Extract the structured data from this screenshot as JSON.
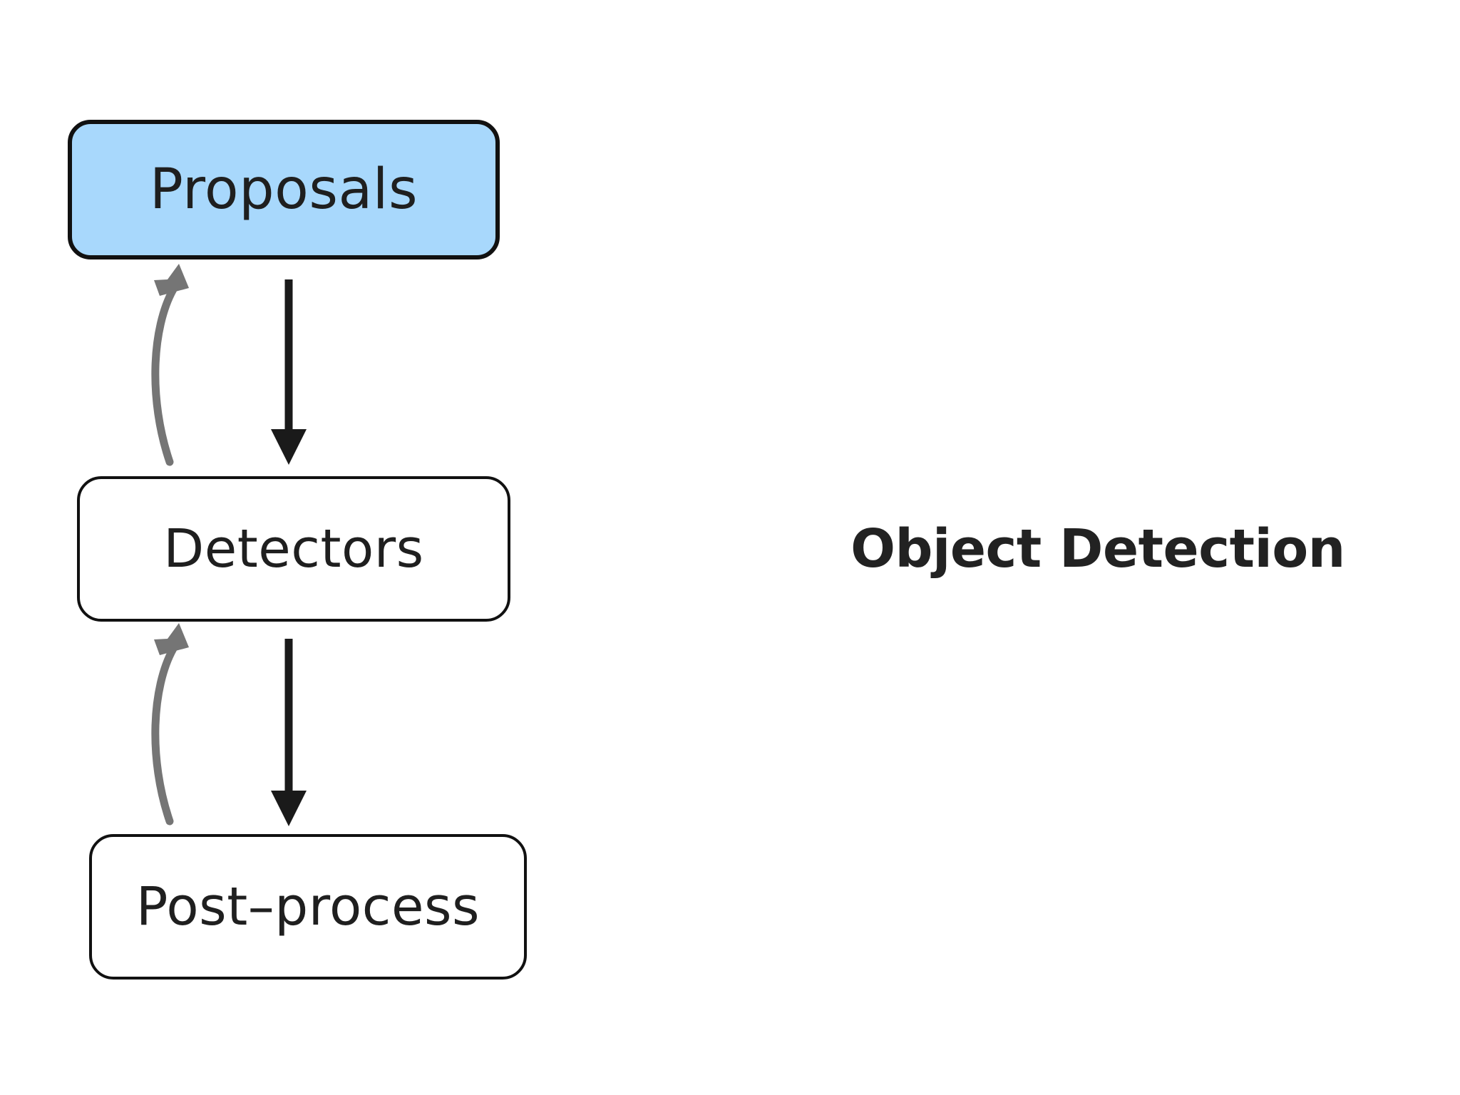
{
  "diagram": {
    "title": "Object Detection",
    "background_color": "#ffffff",
    "nodes": [
      {
        "id": "proposals",
        "label": "Proposals",
        "fill_color": "#a8d8fc",
        "border_color": "#111111",
        "highlighted": true
      },
      {
        "id": "detectors",
        "label": "Detectors",
        "fill_color": "#ffffff",
        "border_color": "#111111",
        "highlighted": false
      },
      {
        "id": "postprocess",
        "label": "Post–process",
        "fill_color": "#ffffff",
        "border_color": "#111111",
        "highlighted": false
      }
    ],
    "edges": [
      {
        "id": "proposals-to-detectors",
        "from": "proposals",
        "to": "detectors",
        "style": "straight",
        "color": "#1a1a1a",
        "direction": "down"
      },
      {
        "id": "detectors-to-proposals",
        "from": "detectors",
        "to": "proposals",
        "style": "curved",
        "color": "#757575",
        "direction": "up"
      },
      {
        "id": "detectors-to-postprocess",
        "from": "detectors",
        "to": "postprocess",
        "style": "straight",
        "color": "#1a1a1a",
        "direction": "down"
      },
      {
        "id": "postprocess-to-detectors",
        "from": "postprocess",
        "to": "detectors",
        "style": "curved",
        "color": "#757575",
        "direction": "up"
      }
    ]
  },
  "caption": {
    "text": "Object Detection"
  }
}
